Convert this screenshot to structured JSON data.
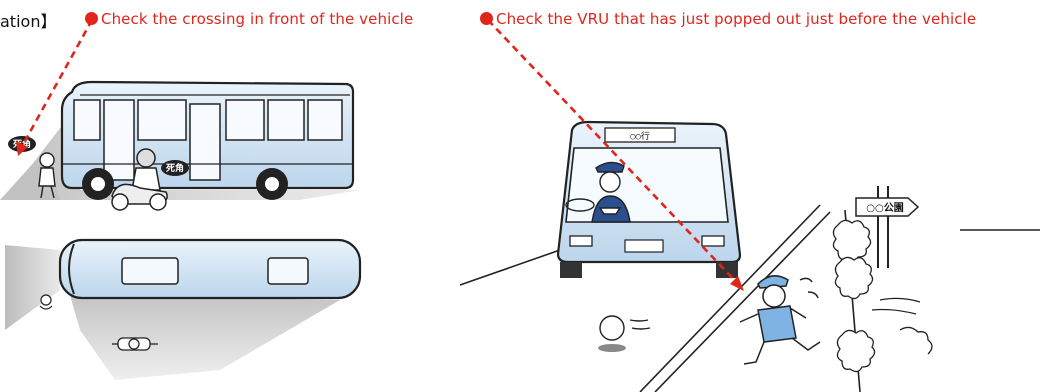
{
  "heading_fragment": "ation】",
  "callouts": {
    "crossing": "Check the crossing in front of the vehicle",
    "vru": "Check the VRU that has just popped out just before the vehicle"
  },
  "blind_spot_labels": [
    "死角",
    "死角"
  ],
  "road_sign_text": "○○公園",
  "bus_destination_text": "○○行",
  "colors": {
    "callout_red": "#e1251b",
    "bus_body": "#d6e8f5",
    "blind_zone": "#c9c9c9"
  }
}
